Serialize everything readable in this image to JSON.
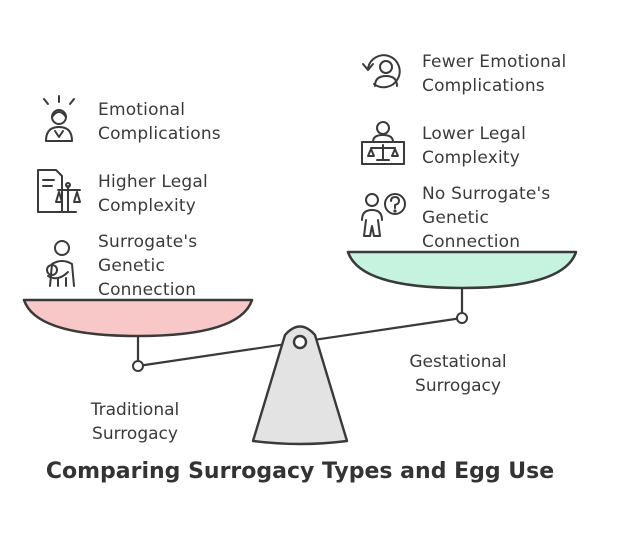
{
  "title": "Comparing Surrogacy Types and Egg Use",
  "left": {
    "label_line1": "Traditional",
    "label_line2": "Surrogacy",
    "color": "#f8c8c8",
    "items": [
      {
        "icon": "stressed-person-icon",
        "line1": "Emotional",
        "line2": "Complications",
        "line3": ""
      },
      {
        "icon": "legal-document-scales-icon",
        "line1": "Higher Legal",
        "line2": "Complexity",
        "line3": ""
      },
      {
        "icon": "mother-with-baby-icon",
        "line1": "Surrogate's",
        "line2": "Genetic",
        "line3": "Connection"
      }
    ]
  },
  "right": {
    "label_line1": "Gestational",
    "label_line2": "Surrogacy",
    "color": "#c6f2e0",
    "items": [
      {
        "icon": "calm-person-refresh-icon",
        "line1": "Fewer Emotional",
        "line2": "Complications",
        "line3": ""
      },
      {
        "icon": "person-at-scales-icon",
        "line1": "Lower Legal",
        "line2": "Complexity",
        "line3": ""
      },
      {
        "icon": "people-question-icon",
        "line1": "No Surrogate's",
        "line2": "Genetic",
        "line3": "Connection"
      }
    ]
  }
}
